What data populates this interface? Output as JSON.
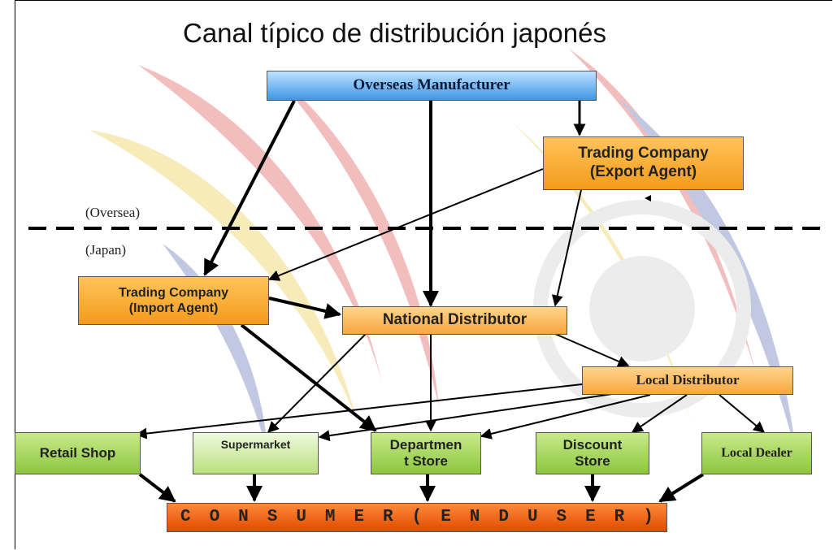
{
  "title": "Canal típico de distribución japonés",
  "zones": {
    "overseas": "(Oversea)",
    "japan": "(Japan)"
  },
  "nodes": {
    "overseas_manufacturer": "Overseas Manufacturer",
    "trading_company_export_line1": "Trading Company",
    "trading_company_export_line2": "(Export Agent)",
    "trading_company_import_line1": "Trading Company",
    "trading_company_import_line2": "(Import Agent)",
    "national_distributor": "National Distributor",
    "local_distributor": "Local Distributor",
    "retail_shop": "Retail Shop",
    "supermarket": "Supermarket",
    "department_store_line1": "Departmen",
    "department_store_line2": "t Store",
    "discount_store_line1": "Discount",
    "discount_store_line2": "Store",
    "local_dealer": "Local Dealer",
    "consumer_letters": [
      "C",
      "O",
      "N",
      "S",
      "U",
      "M",
      "E",
      "R",
      "(",
      "E",
      "N",
      "D",
      "U",
      "S",
      "E",
      "R",
      ")"
    ]
  },
  "colors": {
    "blue_box": "#3f95e6",
    "orange_box": "#f39b1c",
    "green_box": "#8cc63f",
    "consumer_box": "#e04a00"
  }
}
